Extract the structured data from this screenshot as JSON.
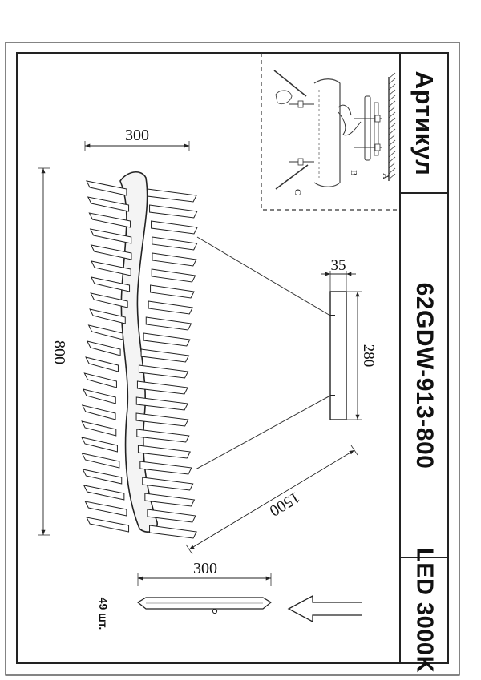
{
  "title_block": {
    "label": "Артикул",
    "article": "62GDW-913-800",
    "spec": "LED 3000K"
  },
  "dimensions": {
    "fixture_width": "300",
    "fixture_length": "800",
    "canopy_depth": "35",
    "canopy_length": "280",
    "suspension_length": "1500",
    "crystal_length": "300",
    "crystal_quantity": "49 шт."
  },
  "install_labels": {
    "a": "A",
    "b": "B",
    "c": "C"
  }
}
